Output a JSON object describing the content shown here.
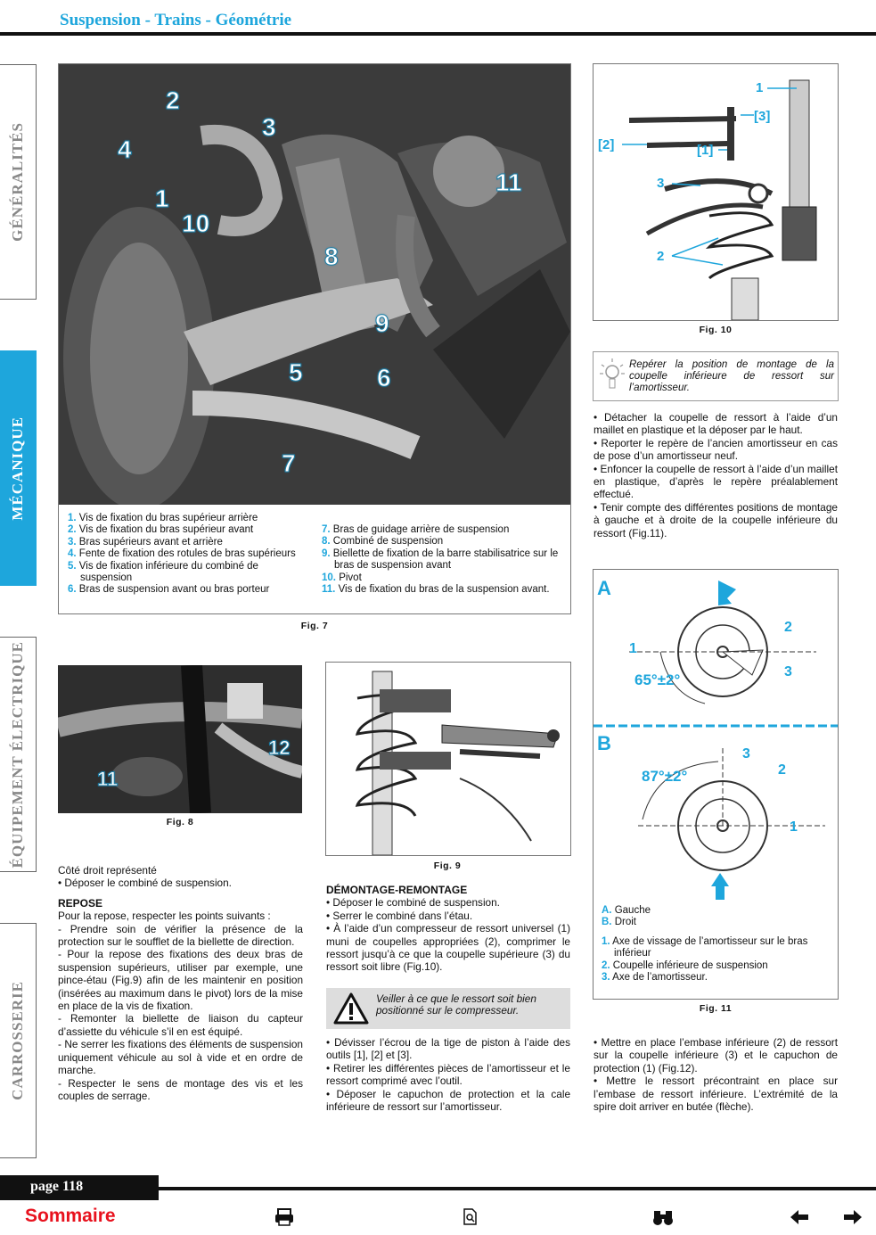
{
  "header": {
    "title": "Suspension - Trains - Géométrie"
  },
  "side_tabs": [
    {
      "label": "GÉNÉRALITÉS",
      "active": false
    },
    {
      "label": "MÉCANIQUE",
      "active": true
    },
    {
      "label": "ÉQUIPEMENT ÉLECTRIQUE",
      "active": false
    },
    {
      "label": "CARROSSERIE",
      "active": false
    }
  ],
  "fig7": {
    "caption": "Fig. 7",
    "callouts": [
      "2",
      "3",
      "4",
      "1",
      "10",
      "11",
      "8",
      "9",
      "5",
      "6",
      "7"
    ],
    "legend_left": [
      {
        "num": "1.",
        "text": "Vis de fixation du bras supérieur arrière"
      },
      {
        "num": "2.",
        "text": "Vis de fixation du bras supérieur avant"
      },
      {
        "num": "3.",
        "text": "Bras supérieurs avant et arrière"
      },
      {
        "num": "4.",
        "text": "Fente de fixation des rotules de bras supérieurs"
      },
      {
        "num": "5.",
        "text": "Vis de fixation inférieure du combiné de suspension"
      },
      {
        "num": "6.",
        "text": "Bras de suspension avant ou bras porteur"
      }
    ],
    "legend_right": [
      {
        "num": "7.",
        "text": "Bras de guidage arrière de suspension"
      },
      {
        "num": "8.",
        "text": "Combiné de suspension"
      },
      {
        "num": "9.",
        "text": "Biellette de fixation de la barre stabilisatrice sur le bras de suspension avant"
      },
      {
        "num": "10.",
        "text": "Pivot"
      },
      {
        "num": "11.",
        "text": "Vis de fixation du bras de la suspension avant."
      }
    ]
  },
  "fig8": {
    "caption": "Fig. 8",
    "callouts": [
      "12",
      "11"
    ]
  },
  "fig9": {
    "caption": "Fig. 9"
  },
  "fig10": {
    "caption": "Fig. 10",
    "labels": [
      "1",
      "[3]",
      "[2]",
      "[1]",
      "3",
      "2"
    ]
  },
  "fig11": {
    "caption": "Fig. 11",
    "label_a": "A",
    "label_b": "B",
    "angle_a": "65°±2°",
    "angle_b": "87°±2°",
    "nums_a": [
      "2",
      "1",
      "3"
    ],
    "nums_b": [
      "3",
      "2",
      "1"
    ],
    "legend_ab": [
      {
        "num": "A.",
        "text": "Gauche"
      },
      {
        "num": "B.",
        "text": "Droit"
      }
    ],
    "legend": [
      {
        "num": "1.",
        "text": "Axe de vissage de l’amortisseur sur le bras inférieur"
      },
      {
        "num": "2.",
        "text": "Coupelle inférieure de suspension"
      },
      {
        "num": "3.",
        "text": "Axe de l’amortisseur."
      }
    ]
  },
  "col1": {
    "intro1": "Côté droit représenté",
    "intro2": "• Déposer le combiné de suspension.",
    "heading": "REPOSE",
    "paragraphs": [
      "Pour la repose, respecter les points suivants :",
      "- Prendre soin de vérifier la présence de la protection sur le soufflet de la biellette de direction.",
      "- Pour la repose des fixations des deux bras de suspension supérieurs, utiliser par exemple, une pince-étau (Fig.9) afin de les maintenir en position (insérées au maximum dans le pivot) lors de la mise en place de la vis de fixation.",
      "- Remonter la biellette de liaison du capteur d’assiette du véhicule s’il en est équipé.",
      "- Ne serrer les fixations des éléments de suspension uniquement véhicule au sol à vide et en ordre de marche.",
      "- Respecter le sens de montage des vis et les couples de serrage."
    ]
  },
  "col2": {
    "heading": "DÉMONTAGE-REMONTAGE",
    "paragraphs": [
      "• Déposer le combiné de suspension.",
      "• Serrer le combiné dans l’étau.",
      "• À l’aide d’un compresseur de ressort universel (1) muni de coupelles appropriées (2), comprimer le ressort jusqu’à ce que la coupelle supérieure (3) du ressort soit libre (Fig.10)."
    ],
    "warning": "Veiller à ce que le ressort soit bien positionné sur le compresseur.",
    "paragraphs2": [
      "• Dévisser l’écrou de la tige de piston à l’aide des outils [1], [2] et [3].",
      "• Retirer les différentes pièces de l’amortisseur et le ressort comprimé avec l’outil.",
      "• Déposer le capuchon de protection et la cale inférieure de ressort sur l’amortisseur."
    ]
  },
  "col3": {
    "tip": "Repérer la position de montage de la coupelle inférieure de ressort sur l’amortisseur.",
    "paragraphs": [
      "• Détacher la coupelle de ressort à l’aide d’un maillet en plastique et la déposer par le haut.",
      "• Reporter le repère de l’ancien amortisseur en cas de pose d’un amortisseur neuf.",
      "• Enfoncer la coupelle de ressort à l’aide d’un maillet en plastique, d’après le repère préalablement effectué.",
      "• Tenir compte des différentes positions de montage à gauche et à droite de la coupelle inférieure du ressort (Fig.11)."
    ],
    "paragraphs2": [
      "• Mettre en place l’embase inférieure (2) de ressort sur la coupelle inférieure (3) et le capuchon de protection (1) (Fig.12).",
      "• Mettre le ressort précontraint en place sur l’embase de ressort inférieure. L’extrémité de la spire doit arriver en butée (flèche)."
    ]
  },
  "footer": {
    "page": "page 118",
    "sommaire": "Sommaire",
    "icons": [
      "printer-icon",
      "search-page-icon",
      "binoculars-icon",
      "arrow-left-icon",
      "arrow-right-icon"
    ]
  }
}
